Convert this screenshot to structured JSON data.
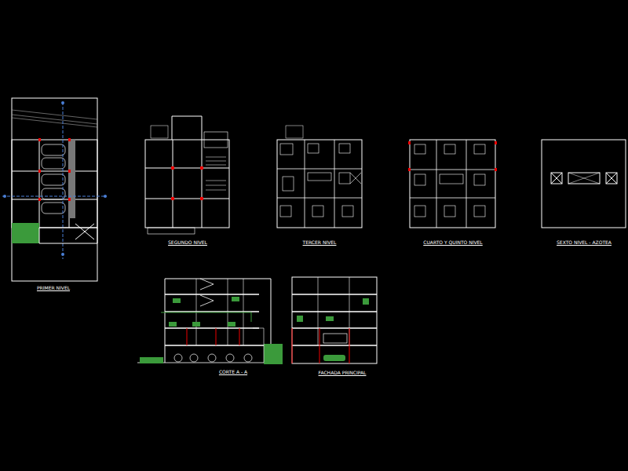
{
  "diagram": {
    "labels": [
      "PRIMER NIVEL",
      "SEGUNDO NIVEL",
      "TERCER NIVEL",
      "CUARTO Y QUINTO NIVEL",
      "SEXTO NIVEL - AZOTEA",
      "CORTE A - A",
      "FACHADA PRINCIPAL"
    ]
  }
}
